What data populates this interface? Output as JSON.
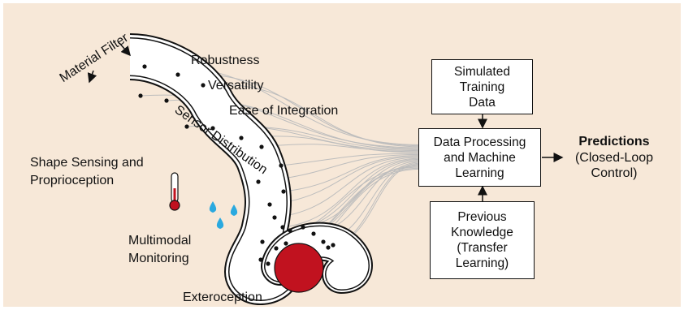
{
  "labels": {
    "material_filter": "Material Filter",
    "robustness": "Robustness",
    "versatility": "Versatility",
    "ease_of_integration": "Ease of Integration",
    "sensor_distribution": "Sensor Distribution",
    "shape_sensing": "Shape Sensing and\nProprioception",
    "multimodal_monitoring": "Multimodal\nMonitoring",
    "exteroception": "Exteroception"
  },
  "boxes": {
    "simulated": "Simulated\nTraining\nData",
    "processing": "Data Processing\nand Machine\nLearning",
    "previous": "Previous\nKnowledge\n(Transfer\nLearning)"
  },
  "predictions": {
    "title": "Predictions",
    "subtitle": "(Closed-Loop\nControl)"
  },
  "colors": {
    "background": "#f7e8d8",
    "contact_ball": "#c1121f",
    "water_drop": "#2aa9df",
    "thermometer_bulb": "#c1121f",
    "sensor_dot": "#111111",
    "wiring": "#bdbdbd"
  },
  "icons": {
    "thermometer": "thermometer-icon",
    "droplets": "water-drop-icon",
    "ball": "contact-object-icon"
  }
}
